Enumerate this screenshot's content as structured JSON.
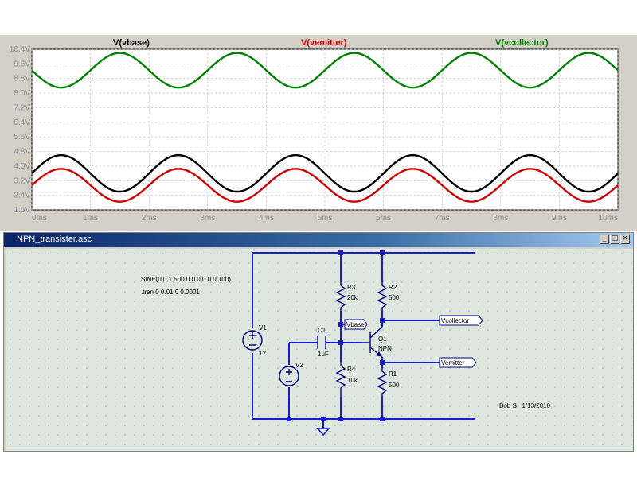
{
  "plot": {
    "traces": [
      {
        "name": "V(vbase)",
        "color": "#000000"
      },
      {
        "name": "V(vemitter)",
        "color": "#cc0000"
      },
      {
        "name": "V(vcollector)",
        "color": "#008000"
      }
    ],
    "y_ticks": [
      "10.4V",
      "9.6V",
      "8.8V",
      "8.0V",
      "7.2V",
      "6.4V",
      "5.6V",
      "4.8V",
      "4.0V",
      "3.2V",
      "2.4V",
      "1.6V"
    ],
    "x_ticks": [
      "0ms",
      "1ms",
      "2ms",
      "3ms",
      "4ms",
      "5ms",
      "6ms",
      "7ms",
      "8ms",
      "9ms",
      "10ms"
    ]
  },
  "chart_data": {
    "type": "line",
    "xlabel": "",
    "ylabel": "",
    "xlim": [
      0,
      10
    ],
    "ylim": [
      1.6,
      10.4
    ],
    "series": [
      {
        "name": "V(vcollector)",
        "color": "#008000",
        "offset": 9.25,
        "amplitude": 0.95,
        "period_ms": 2,
        "phase": "peak at 1.5ms"
      },
      {
        "name": "V(vbase)",
        "color": "#000000",
        "offset": 3.6,
        "amplitude": 1.0,
        "period_ms": 2,
        "phase": "peak at 0.5ms"
      },
      {
        "name": "V(vemitter)",
        "color": "#cc0000",
        "offset": 2.95,
        "amplitude": 0.9,
        "period_ms": 2,
        "phase": "peak at 0.5ms"
      }
    ]
  },
  "window": {
    "title": "NPN_transister.asc",
    "minimize": "_",
    "maximize": "□",
    "close": "×"
  },
  "schematic": {
    "directive1": "SINE(0.0 1 500 0.0 0.0 0.0 100)",
    "directive2": ".tran 0 0.01 0 0.0001",
    "v1_name": "V1",
    "v1_value": "12",
    "v2_name": "V2",
    "c1_name": "C1",
    "c1_value": "1uF",
    "r3_name": "R3",
    "r3_value": "20k",
    "r4_name": "R4",
    "r4_value": "10k",
    "r2_name": "R2",
    "r2_value": "500",
    "r1_name": "R1",
    "r1_value": "500",
    "q1_name": "Q1",
    "q1_model": "NPN",
    "net_vbase": "Vbase",
    "net_vcollector": "Vcollector",
    "net_vemitter": "Vemitter",
    "author": "Bob S   1/13/2010"
  }
}
